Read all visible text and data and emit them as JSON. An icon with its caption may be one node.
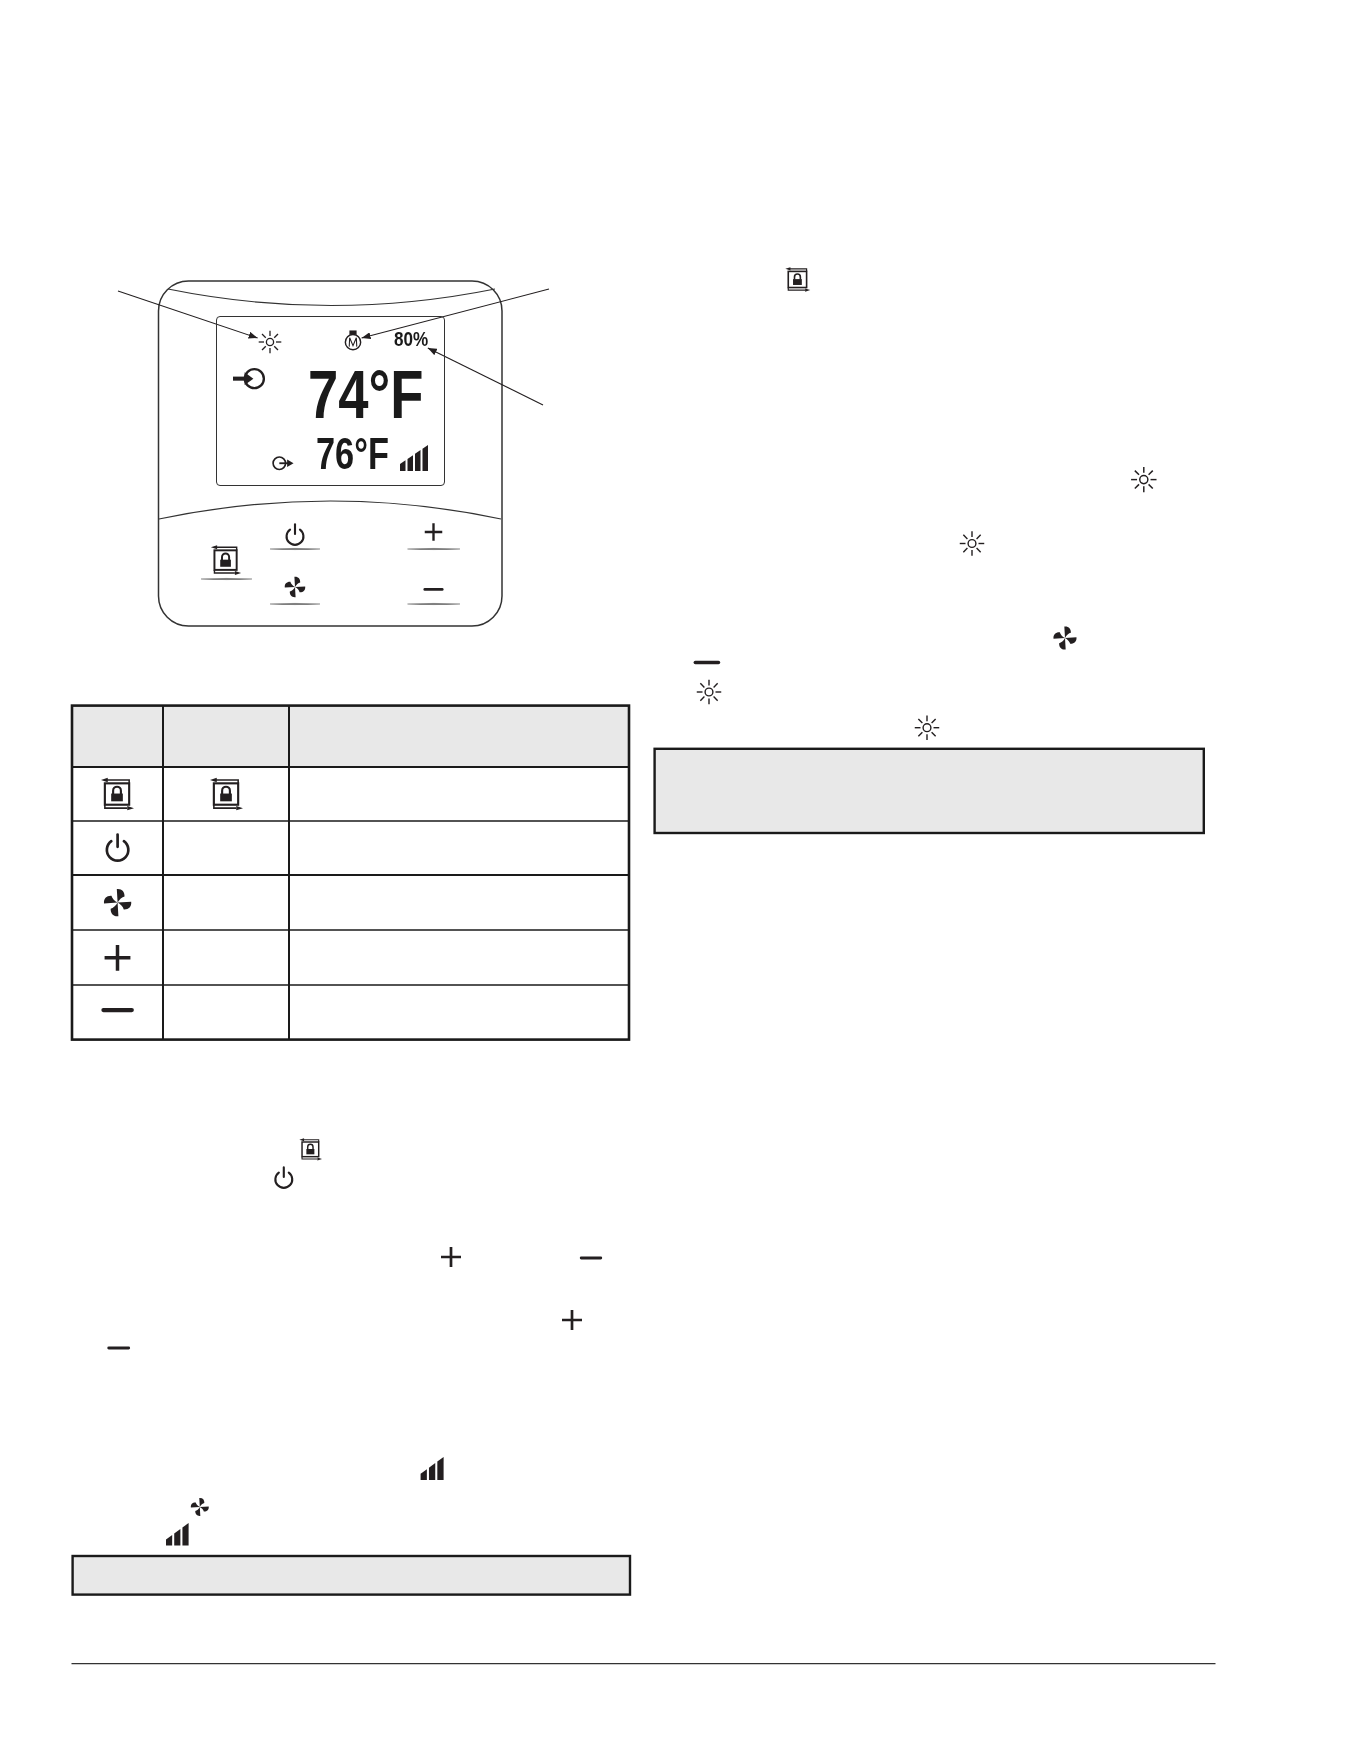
{
  "diagram": {
    "nodes": [
      {
        "text": [
          "74°F",
          "76°F"
        ]
      },
      {
        "text": [],
        "shape": "picture",
        "in": 0
      },
      {
        "text": [],
        "shape": "picture",
        "in": 0
      },
      {
        "text": [
          "80%"
        ],
        "in": 0
      }
    ],
    "edges": [
      {
        "from": null,
        "to": 1,
        "arrow": "to"
      },
      {
        "from": null,
        "to": 2,
        "arrow": "to"
      },
      {
        "from": null,
        "to": 3,
        "arrow": "to"
      }
    ]
  }
}
